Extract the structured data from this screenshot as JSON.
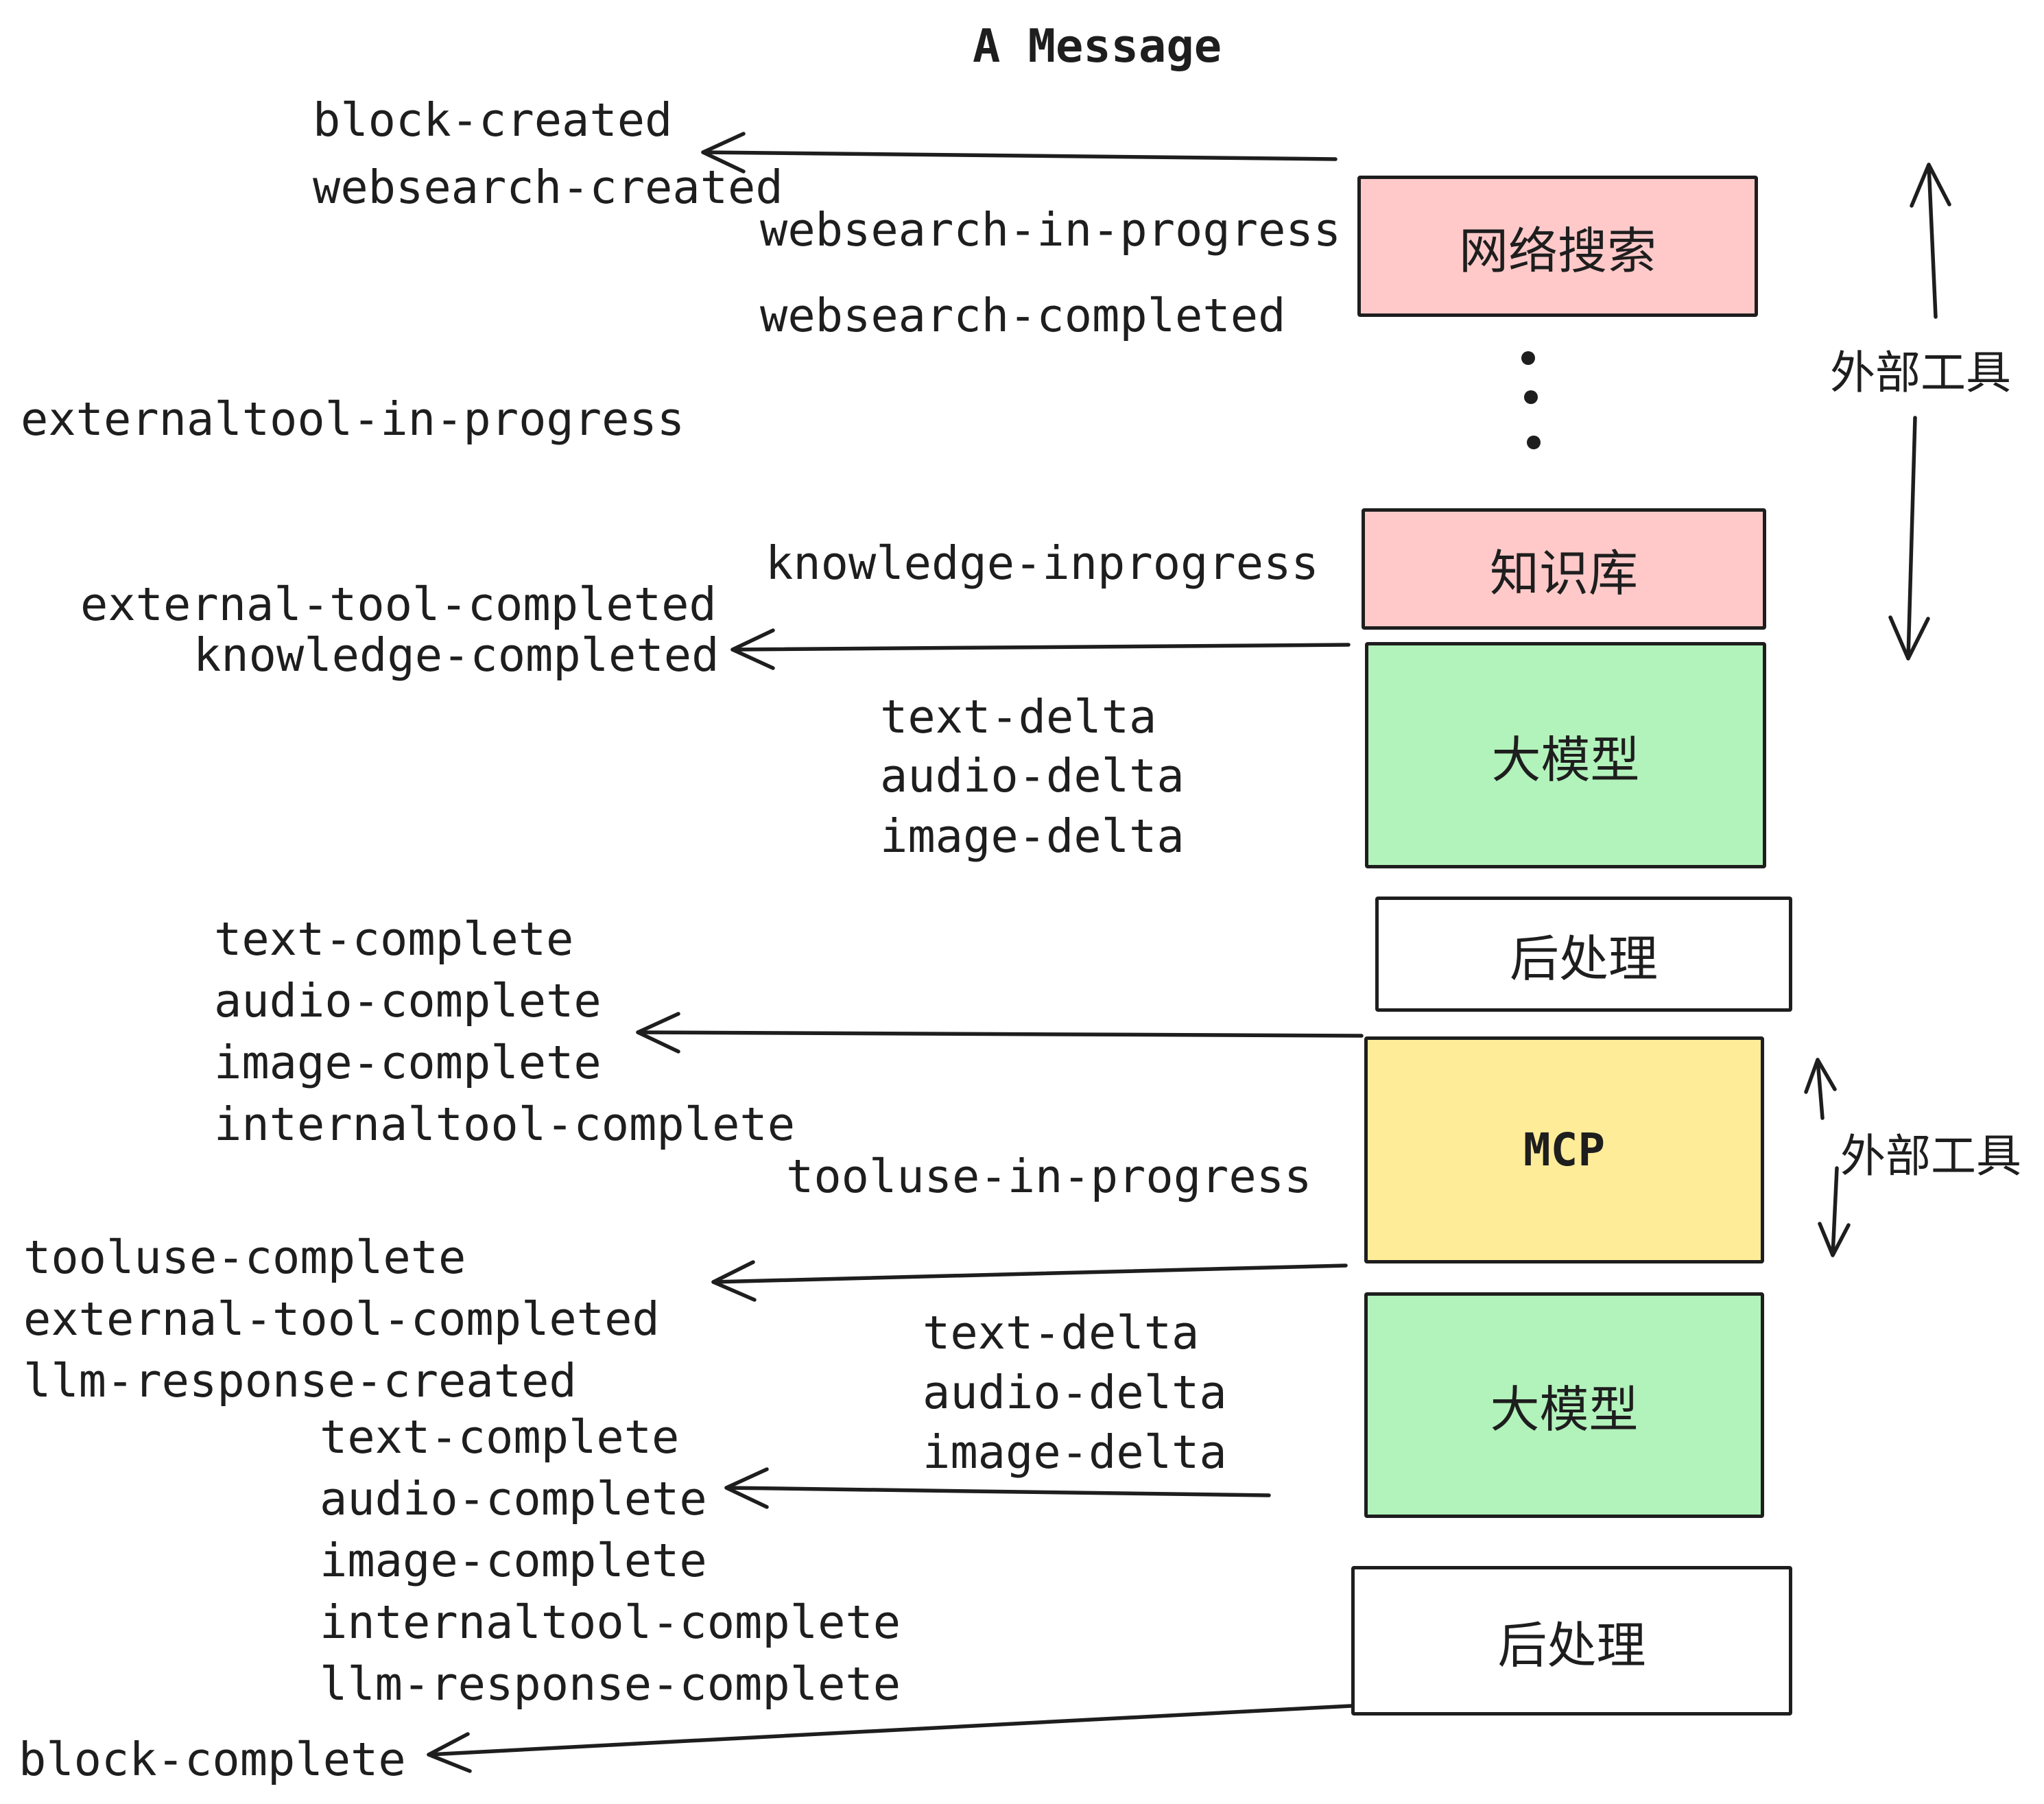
{
  "title": "A Message",
  "events": {
    "block_created": "block-created",
    "websearch_created": "websearch-created",
    "websearch_in_progress": "websearch-in-progress",
    "websearch_completed": "websearch-completed",
    "externaltool_in_progress": "externaltool-in-progress",
    "knowledge_inprogress": "knowledge-inprogress",
    "external_tool_completed": "external-tool-completed",
    "knowledge_completed": "knowledge-completed",
    "text_delta": "text-delta",
    "audio_delta": "audio-delta",
    "image_delta": "image-delta",
    "text_complete": "text-complete",
    "audio_complete": "audio-complete",
    "image_complete": "image-complete",
    "internaltool_complete": "internaltool-complete",
    "tooluse_in_progress": "tooluse-in-progress",
    "tooluse_complete": "tooluse-complete",
    "llm_response_created": "llm-response-created",
    "llm_response_complete": "llm-response-complete",
    "block_complete": "block-complete"
  },
  "boxes": {
    "websearch": {
      "label": "网络搜索",
      "color": "#ffc9c9"
    },
    "knowledge": {
      "label": "知识库",
      "color": "#ffc9c9"
    },
    "llm_top": {
      "label": "大模型",
      "color": "#b2f2bb"
    },
    "post_top": {
      "label": "后处理",
      "color": "#ffffff"
    },
    "mcp": {
      "label": "MCP",
      "color": "#ffec99"
    },
    "llm_bottom": {
      "label": "大模型",
      "color": "#b2f2bb"
    },
    "post_bottom": {
      "label": "后处理",
      "color": "#ffffff"
    }
  },
  "annotations": {
    "external_tools_top": "外部工具",
    "external_tools_bottom": "外部工具"
  },
  "colors": {
    "stroke": "#1e1e1e",
    "box_pink": "#ffc9c9",
    "box_green": "#b2f2bb",
    "box_yellow": "#ffec99",
    "box_white": "#ffffff",
    "background": "#ffffff"
  }
}
